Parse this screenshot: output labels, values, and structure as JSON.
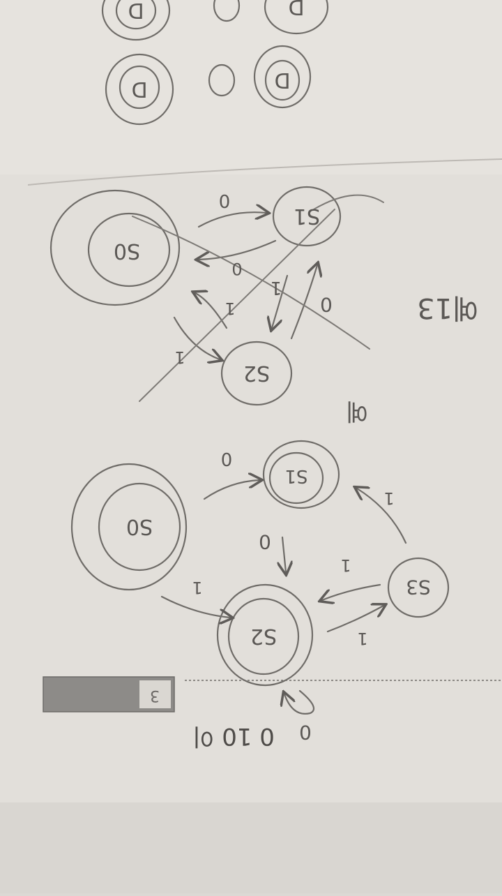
{
  "photo": {
    "subject": "photograph of a paper sheet with handwritten state diagrams, shown upside down",
    "colors": {
      "paper": "#e4e1dc",
      "paper_shadow": "#cfccc7",
      "pencil": "#6f6c68",
      "pencil_dark": "#4f4c49",
      "gray_box": "#8d8b88"
    }
  },
  "printed": {
    "page_number": "3"
  },
  "handwriting": {
    "top_doodles": [
      "D",
      "D",
      "D",
      "D"
    ],
    "upper_diagram": {
      "heading": "예13",
      "states": [
        "S0",
        "S1",
        "S2"
      ],
      "edge_labels": [
        "0",
        "0",
        "1",
        "0",
        "1",
        "1"
      ]
    },
    "lower_diagram": {
      "heading": "예",
      "states": [
        "S0",
        "S1",
        "S2",
        "S3"
      ],
      "edge_labels": [
        "0",
        "0",
        "1",
        "1",
        "1",
        "1",
        "0"
      ]
    },
    "bottom_text": "0 10 이"
  }
}
